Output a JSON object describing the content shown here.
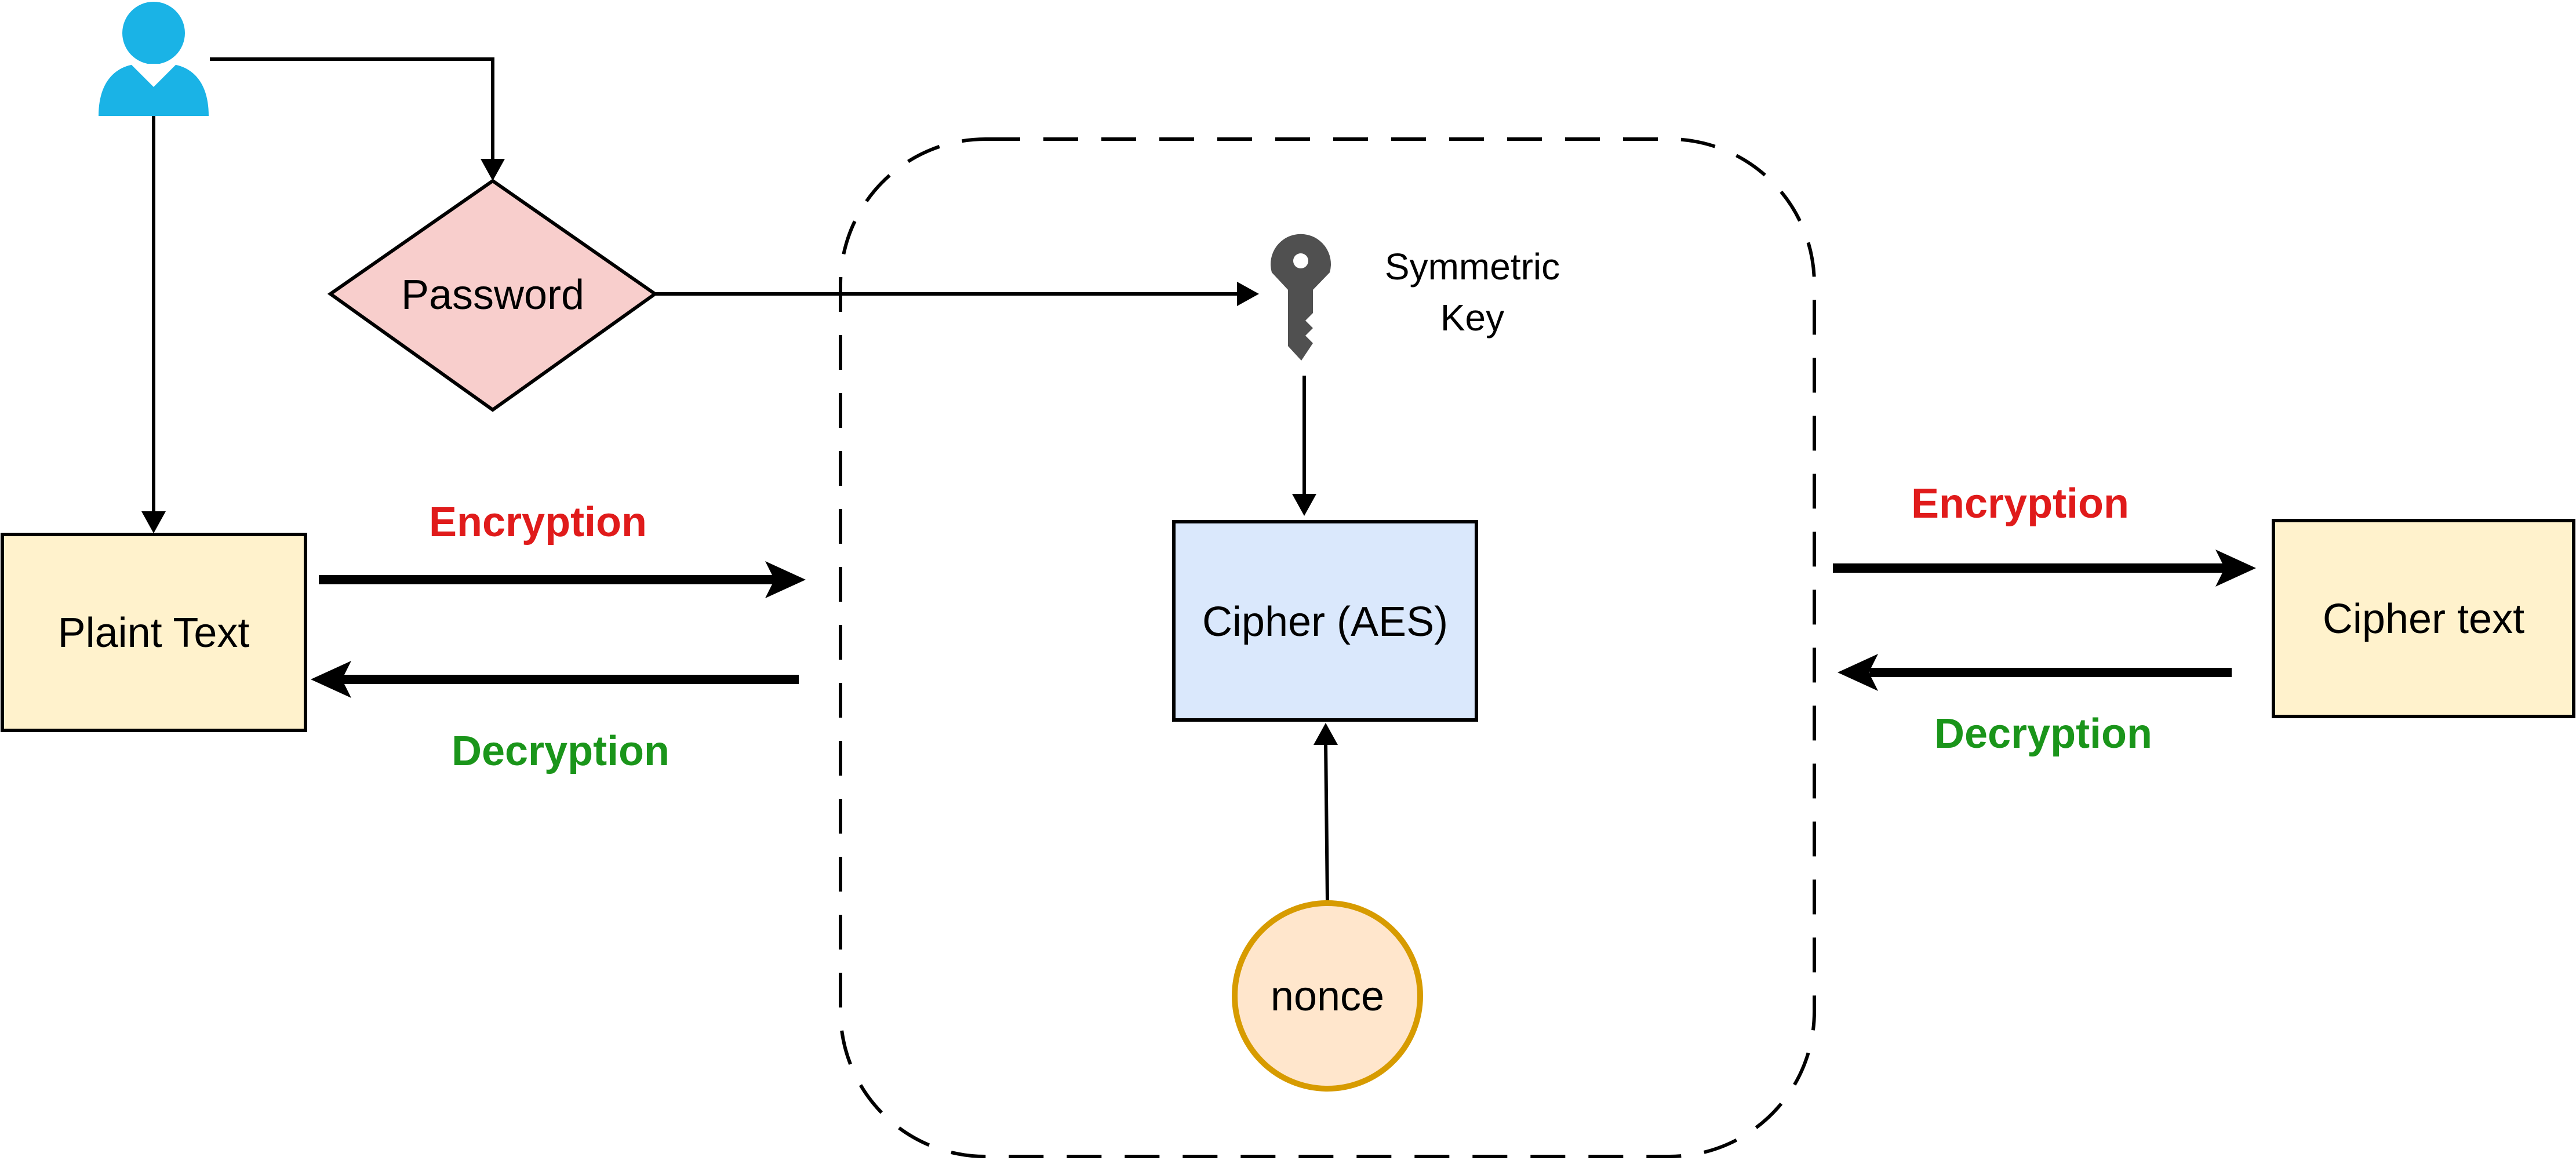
{
  "diagram": {
    "user": {
      "icon": "user-icon"
    },
    "password": {
      "label": "Password"
    },
    "key": {
      "icon": "key-icon",
      "label_line1": "Symmetric",
      "label_line2": "Key"
    },
    "cipher": {
      "label": "Cipher (AES)"
    },
    "nonce": {
      "label": "nonce"
    },
    "plaintext": {
      "label": "Plaint Text"
    },
    "ciphertext": {
      "label": "Cipher text"
    },
    "left_flow": {
      "encryption": "Encryption",
      "decryption": "Decryption"
    },
    "right_flow": {
      "encryption": "Encryption",
      "decryption": "Decryption"
    }
  },
  "colors": {
    "user_icon": "#1ab3e6",
    "password_fill": "#f8cecc",
    "key_icon": "#505050",
    "cipher_fill": "#dae8fc",
    "nonce_fill": "#ffe6cc",
    "nonce_stroke": "#d79b00",
    "text_box_fill": "#fff2cc",
    "encryption_text": "#e01b1b",
    "decryption_text": "#1a951a"
  }
}
